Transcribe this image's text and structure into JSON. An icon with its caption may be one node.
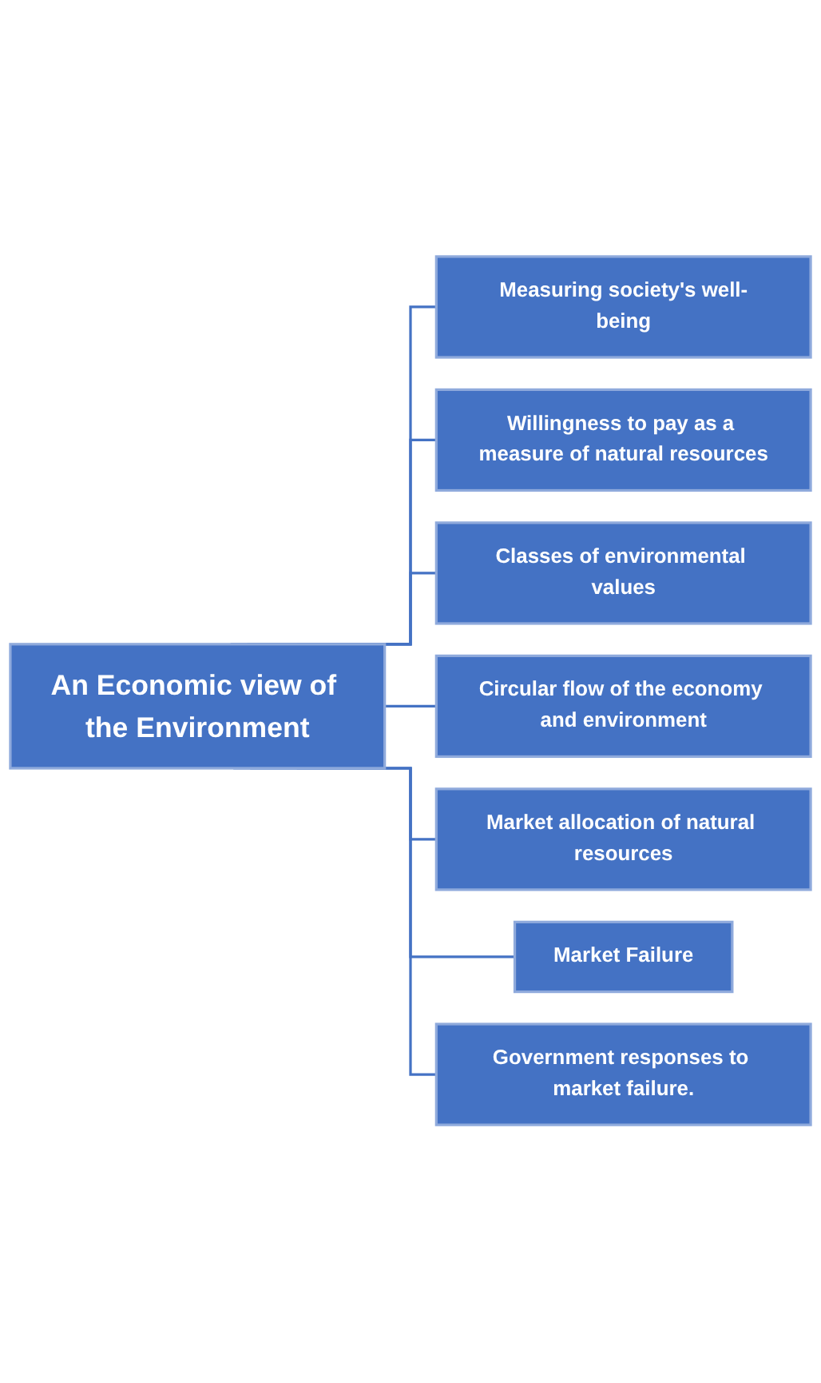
{
  "diagram": {
    "nodes": [
      {
        "text": [
          "An Economic view of the Environment"
        ]
      },
      {
        "text": [
          "Measuring society's well-being"
        ]
      },
      {
        "text": [
          "Willingness to pay as a measure of natural resources"
        ]
      },
      {
        "text": [
          "Classes of environmental values"
        ]
      },
      {
        "text": [
          "Circular flow of the economy and environment"
        ]
      },
      {
        "text": [
          "Market allocation of natural resources"
        ]
      },
      {
        "text": [
          "Market Failure"
        ]
      },
      {
        "text": [
          "Government responses to market failure."
        ]
      }
    ],
    "edges": [
      {
        "from": 0,
        "to": 1,
        "arrow": "none"
      },
      {
        "from": 0,
        "to": 2,
        "arrow": "none"
      },
      {
        "from": 0,
        "to": 3,
        "arrow": "none"
      },
      {
        "from": 0,
        "to": 4,
        "arrow": "none"
      },
      {
        "from": 0,
        "to": 5,
        "arrow": "none"
      },
      {
        "from": 0,
        "to": 6,
        "arrow": "none"
      },
      {
        "from": 0,
        "to": 7,
        "arrow": "none"
      }
    ]
  }
}
